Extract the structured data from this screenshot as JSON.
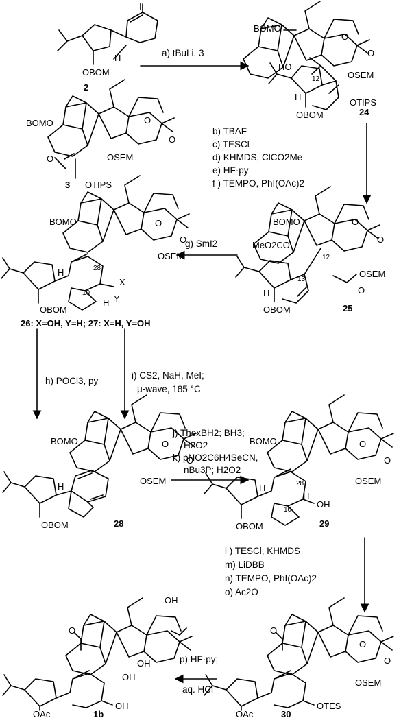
{
  "compound_labels": {
    "c2": "2",
    "c3": "3",
    "c24": "24",
    "c25": "25",
    "c26_27": "26: X=OH, Y=H; 27: X=H, Y=OH",
    "c28": "28",
    "c29": "29",
    "c30": "30",
    "c1b": "1b"
  },
  "steps": {
    "a": "a) tBuLi, 3",
    "b_f": [
      "b) TBAF",
      "c) TESCl",
      "d) KHMDS, ClCO2Me",
      "e) HF·py",
      "f ) TEMPO, PhI(OAc)2"
    ],
    "g": "g) SmI2",
    "h": "h) POCl3, py",
    "i": [
      "i) CS2, NaH, MeI;",
      "μ-wave, 185 °C"
    ],
    "j_k": [
      "j) ThexBH2; BH3;",
      "H2O2",
      "k) pNO2C6H4SeCN,",
      "nBu3P; H2O2"
    ],
    "l_o": [
      "l ) TESCl, KHMDS",
      "m) LiDBB",
      "n) TEMPO, PhI(OAc)2",
      "o) Ac2O"
    ],
    "p": [
      "p) HF·py;",
      "aq. HCl"
    ]
  },
  "atoms": {
    "I": "I",
    "H": "H",
    "OBOM": "OBOM",
    "BOMO": "BOMO",
    "O": "O",
    "OSEM": "OSEM",
    "OTIPS": "OTIPS",
    "HO": "HO",
    "MeO2CO": "MeO2CO",
    "X": "X",
    "Y": "Y",
    "OH": "OH",
    "OAc": "OAc",
    "OTES": "OTES"
  },
  "locants": {
    "n12": "12",
    "n13": "13",
    "n10": "10",
    "n28": "28"
  }
}
